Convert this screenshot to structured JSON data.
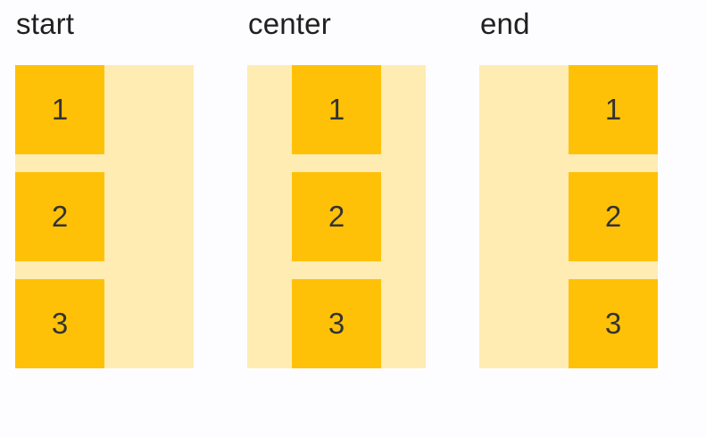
{
  "page": {
    "background": "#fdfdff"
  },
  "colors": {
    "item_fill": "#ffc107",
    "track_fill": "#ffecb3",
    "heading_text": "#202020",
    "item_text": "#333333"
  },
  "columns": [
    {
      "label": "start",
      "alignment": "start",
      "items": [
        "1",
        "2",
        "3"
      ]
    },
    {
      "label": "center",
      "alignment": "center",
      "items": [
        "1",
        "2",
        "3"
      ]
    },
    {
      "label": "end",
      "alignment": "end",
      "items": [
        "1",
        "2",
        "3"
      ]
    }
  ]
}
